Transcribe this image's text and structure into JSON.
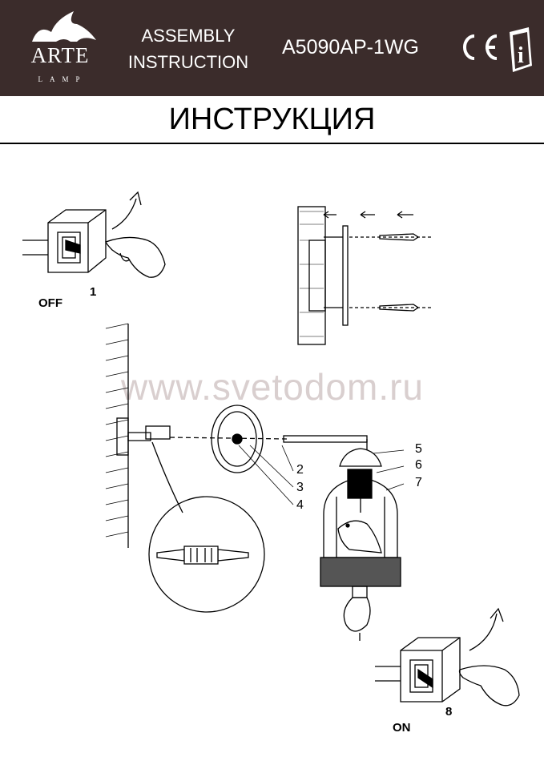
{
  "header": {
    "brand": "ARTE",
    "brand_sub": "LAMP",
    "assembly_line1": "ASSEMBLY",
    "assembly_line2": "INSTRUCTION",
    "model": "A5090AP-1WG",
    "marks": [
      "ce-mark-icon",
      "info-book-icon"
    ]
  },
  "title": "ИНСТРУКЦИЯ",
  "watermark": "www.svetodom.ru",
  "steps": {
    "off_label": "OFF",
    "step1": "1",
    "on_label": "ON",
    "step8": "8"
  },
  "parts": [
    "2",
    "3",
    "4",
    "5",
    "6",
    "7"
  ],
  "colors": {
    "header_bg": "#3b2c2b",
    "header_text": "#ffffff",
    "line": "#000000"
  }
}
